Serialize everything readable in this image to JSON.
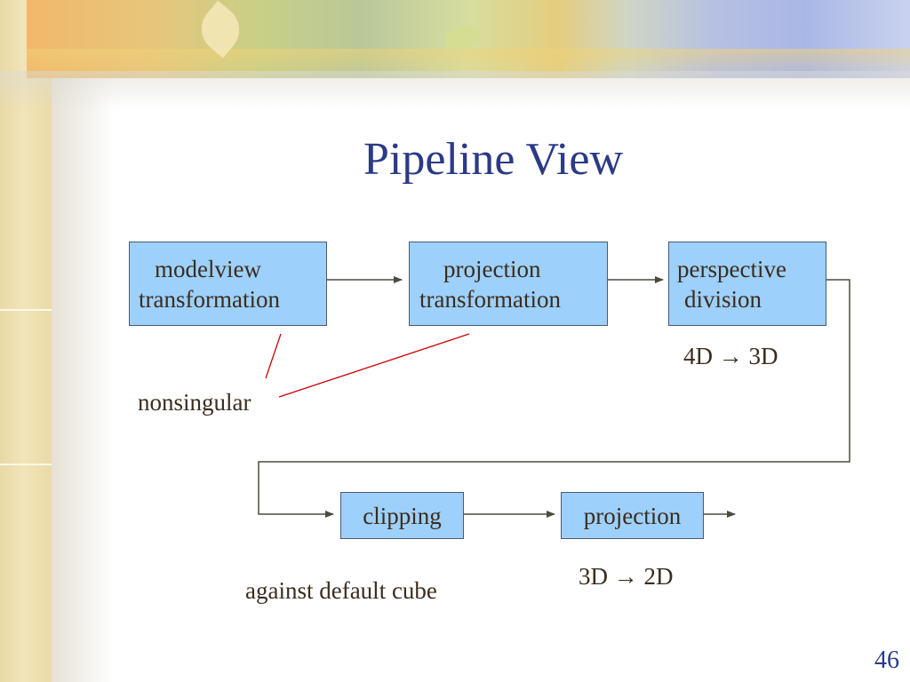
{
  "slide": {
    "title": "Pipeline View",
    "page_number": "46"
  },
  "pipeline": {
    "stages": [
      {
        "line1": "modelview",
        "line2": "transformation"
      },
      {
        "line1": "projection",
        "line2": "transformation"
      },
      {
        "line1": "perspective",
        "line2": "division"
      },
      {
        "line1": "clipping"
      },
      {
        "line1": "projection"
      }
    ],
    "notes": {
      "division_dims": "4D → 3D",
      "nonsingular": "nonsingular",
      "clip_note": "against default cube",
      "projection_dims": "3D → 2D"
    }
  },
  "colors": {
    "box_fill": "#9dd0fb",
    "arrow": "#4b4b40",
    "callout": "#cc0000",
    "title": "#2b3a86"
  }
}
